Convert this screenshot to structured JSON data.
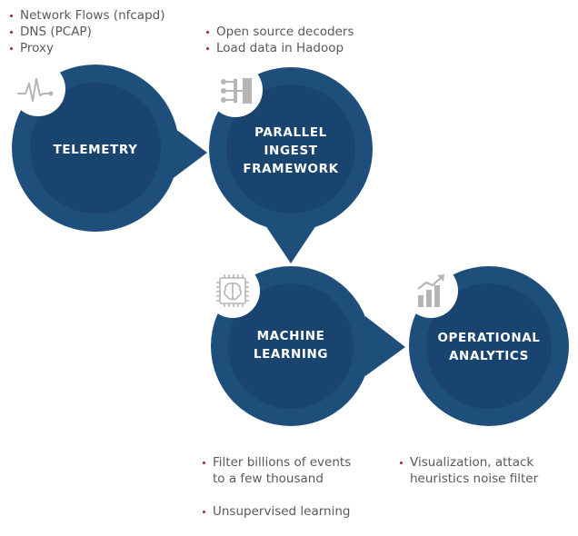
{
  "nodes": [
    {
      "id": "telemetry",
      "lines": [
        "TELEMETRY"
      ],
      "icon": "pulse-icon"
    },
    {
      "id": "parallel-ingest-framework",
      "lines": [
        "PARALLEL",
        "INGEST",
        "FRAMEWORK"
      ],
      "icon": "flow-branch-icon"
    },
    {
      "id": "machine-learning",
      "lines": [
        "MACHINE",
        "LEARNING"
      ],
      "icon": "brain-chip-icon"
    },
    {
      "id": "operational-analytics",
      "lines": [
        "OPERATIONAL",
        "ANALYTICS"
      ],
      "icon": "bar-chart-trend-icon"
    }
  ],
  "bullets": {
    "telemetry": [
      "Network Flows (nfcapd)",
      "DNS (PCAP)",
      "Proxy"
    ],
    "ingest": [
      "Open source decoders",
      "Load data in Hadoop"
    ],
    "ml": [
      "Filter billions of events\nto a few thousand",
      "Unsupervised learning"
    ],
    "analytics": [
      "Visualization, attack\nheuristics noise filter"
    ]
  },
  "colors": {
    "ring": "#1e4f7b",
    "core": "#1a4470",
    "icon_badge": "#ffffff",
    "icon": "#b5b5b5",
    "bullet_dot": "#b31b2e",
    "bullet_text": "#595959"
  }
}
